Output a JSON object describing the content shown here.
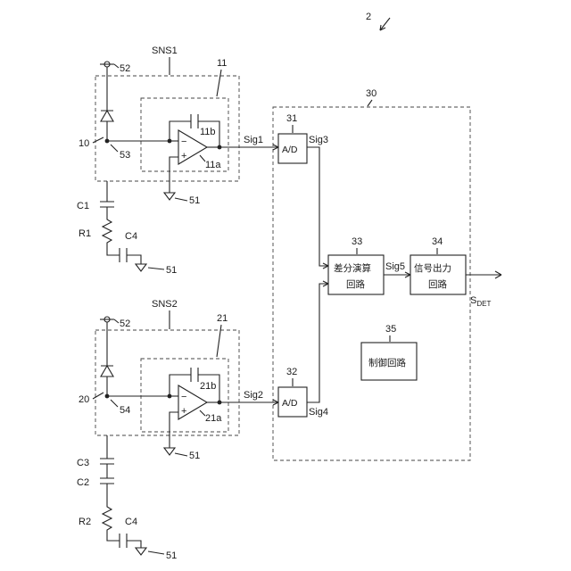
{
  "figure_ref": "2",
  "sensor1": {
    "sns": "SNS1",
    "amp_block": "11",
    "opamp": "11a",
    "cap": "11b",
    "photodiode": "10",
    "node": "53",
    "vdd": "52",
    "gnd_amp": "51",
    "c1": "C1",
    "r1": "R1",
    "c4": "C4",
    "gnd_c4": "51",
    "sig": "Sig1"
  },
  "sensor2": {
    "sns": "SNS2",
    "amp_block": "21",
    "opamp": "21a",
    "cap": "21b",
    "photodiode": "20",
    "node": "54",
    "vdd": "52",
    "gnd_amp": "51",
    "c3": "C3",
    "c2": "C2",
    "r2": "R2",
    "c4": "C4",
    "gnd_c4": "51",
    "sig": "Sig2"
  },
  "processor": {
    "block": "30",
    "adc1": {
      "num": "31",
      "label": "A/D",
      "out": "Sig3"
    },
    "adc2": {
      "num": "32",
      "label": "A/D",
      "out": "Sig4"
    },
    "diff": {
      "num": "33",
      "line1": "差分演算",
      "line2": "回路"
    },
    "sig5": "Sig5",
    "output": {
      "num": "34",
      "line1": "信号出力",
      "line2": "回路"
    },
    "control": {
      "num": "35",
      "label": "制御回路"
    },
    "out_signal": "S",
    "out_sub": "DET"
  },
  "opamp_signs": {
    "minus": "−",
    "plus": "+"
  }
}
